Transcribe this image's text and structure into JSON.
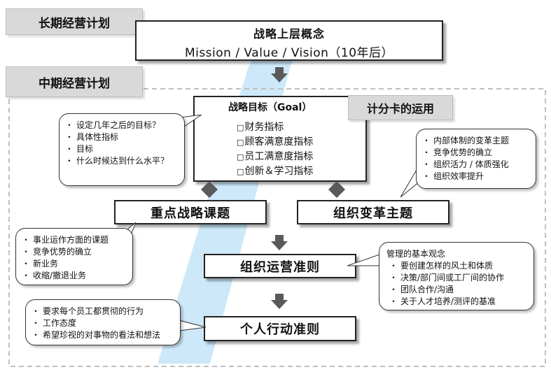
{
  "long_term": {
    "label": "长期经营计划",
    "concept_title": "战略上层概念",
    "concept_sub": "Mission / Value / Vision（10年后）"
  },
  "mid_term": {
    "label": "中期经营计划",
    "scorecard_label": "计分卡的运用",
    "goal_title": "战略目标（Goal）",
    "goal_items": [
      "财务指标",
      "顾客满意度指标",
      "员工满意度指标",
      "创新＆学习指标"
    ],
    "left_bubble": [
      "设定几年之后的目标？",
      "具体性指标",
      "目标",
      "什么时候达到什么水平？"
    ],
    "right_bubble": [
      "内部体制的变革主题",
      "竞争优势的确立",
      "组织活力 / 体质强化",
      "组织效率提升"
    ],
    "strategy_topic": "重点战略课题",
    "org_reform": "组织变革主题",
    "strategy_bubble": [
      "事业运作方面的课题",
      "竞争优势的确立",
      "新业务",
      "收缩/撤退业务"
    ],
    "org_rules": "组织运营准则",
    "mgmt_bubble": {
      "header": "管理的基本观念",
      "items": [
        "要创建怎样的风土和体质",
        "决策/部门间或工厂间的协作",
        "团队合作/沟通",
        "关于人才培养/测评的基准"
      ]
    },
    "personal_rules": "个人行动准则",
    "personal_bubble": [
      "要求每个员工都贯彻的行为",
      "工作态度",
      "希望珍视的对事物的看法和想法"
    ]
  },
  "colors": {
    "band": "#cde8f9",
    "tab_gray": "#d9d9d9",
    "arrow": "#5a5a5a",
    "dashed": "#bfbfbf"
  },
  "icons": [
    "arrow-down-icon",
    "diamond-connector-icon"
  ]
}
